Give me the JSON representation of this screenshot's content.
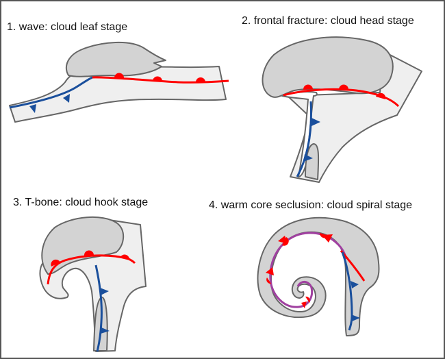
{
  "diagram": {
    "colors": {
      "cloud_band": "#efefef",
      "cloud_mass": "#d3d3d3",
      "outline": "#666666",
      "warm_front": "#ff0000",
      "cold_front": "#1a4f9c",
      "occluded_front": "#a040a0"
    },
    "panels": [
      {
        "id": "wave",
        "label": "1. wave: cloud leaf stage",
        "fronts": [
          "cold",
          "warm"
        ]
      },
      {
        "id": "frontal-fracture",
        "label": "2. frontal fracture: cloud head stage",
        "fronts": [
          "cold",
          "warm"
        ]
      },
      {
        "id": "t-bone",
        "label": "3. T-bone: cloud hook stage",
        "fronts": [
          "cold",
          "warm"
        ]
      },
      {
        "id": "warm-core-seclusion",
        "label": "4. warm core seclusion: cloud spiral stage",
        "fronts": [
          "cold",
          "warm",
          "warm-occlusion"
        ]
      }
    ]
  }
}
